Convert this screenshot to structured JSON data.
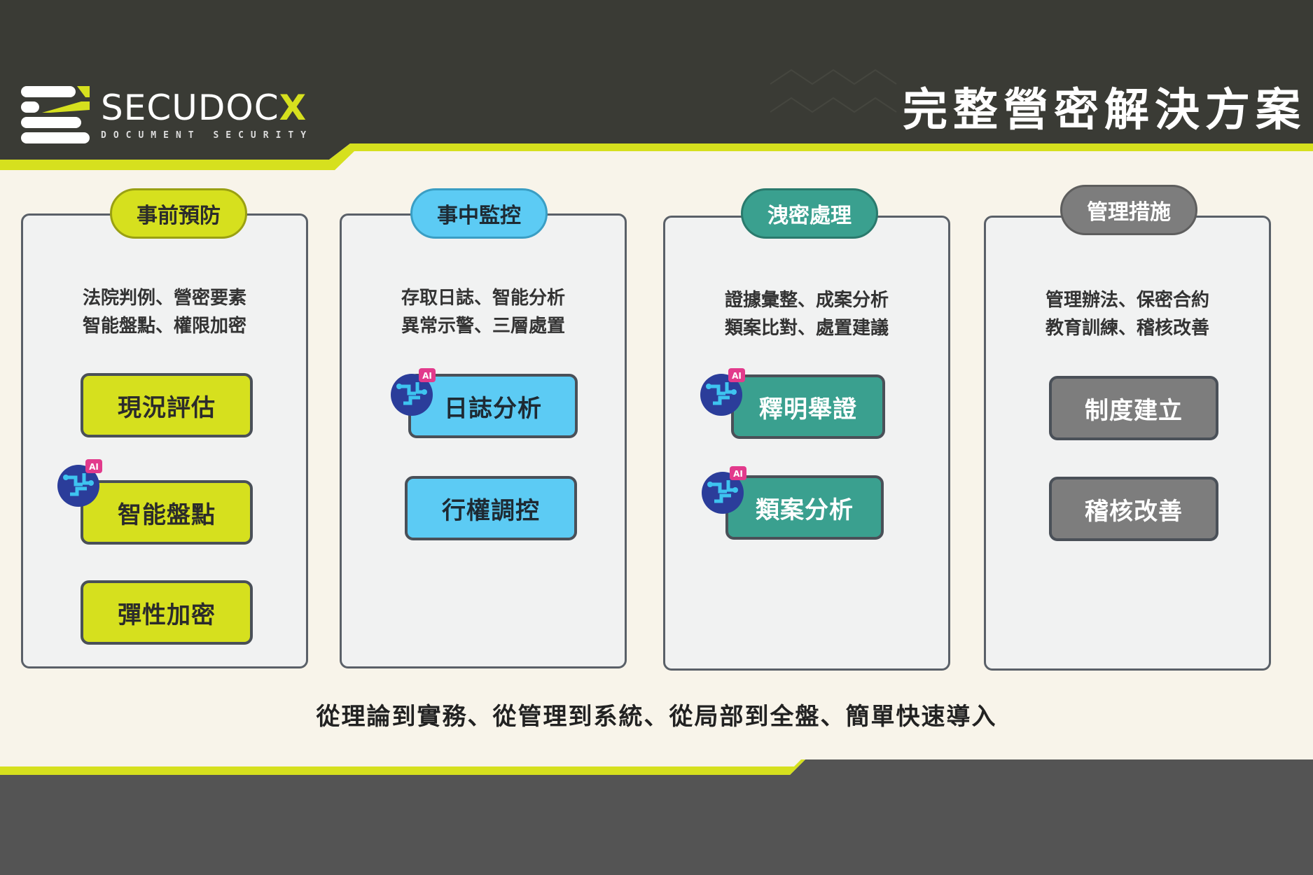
{
  "colors": {
    "dark": "#3a3b35",
    "lime": "#d6e01e",
    "cream": "#f8f4ea",
    "sky": "#5ccbf4",
    "teal": "#3aa08f",
    "gray": "#7d7d7d",
    "footer": "#545454"
  },
  "brand": {
    "name_main": "SECUDOC",
    "name_accent": "X",
    "tagline": "DOCUMENT SECURITY"
  },
  "page_title": "完整營密解決方案",
  "columns": [
    {
      "title": "事前預防",
      "desc_line1": "法院判例、營密要素",
      "desc_line2": "智能盤點、權限加密",
      "buttons": [
        {
          "label": "現況評估",
          "ai": false
        },
        {
          "label": "智能盤點",
          "ai": true,
          "ai_badge": "AI"
        },
        {
          "label": "彈性加密",
          "ai": false
        }
      ]
    },
    {
      "title": "事中監控",
      "desc_line1": "存取日誌、智能分析",
      "desc_line2": "異常示警、三層處置",
      "buttons": [
        {
          "label": "日誌分析",
          "ai": true,
          "ai_badge": "AI"
        },
        {
          "label": "行權調控",
          "ai": false
        }
      ]
    },
    {
      "title": "洩密處理",
      "desc_line1": "證據彙整、成案分析",
      "desc_line2": "類案比對、處置建議",
      "buttons": [
        {
          "label": "釋明舉證",
          "ai": true,
          "ai_badge": "AI"
        },
        {
          "label": "類案分析",
          "ai": true,
          "ai_badge": "AI"
        }
      ]
    },
    {
      "title": "管理措施",
      "desc_line1": "管理辦法、保密合約",
      "desc_line2": "教育訓練、稽核改善",
      "buttons": [
        {
          "label": "制度建立",
          "ai": false
        },
        {
          "label": "稽核改善",
          "ai": false
        }
      ]
    }
  ],
  "tagline": "從理論到實務、從管理到系統、從局部到全盤、簡單快速導入"
}
